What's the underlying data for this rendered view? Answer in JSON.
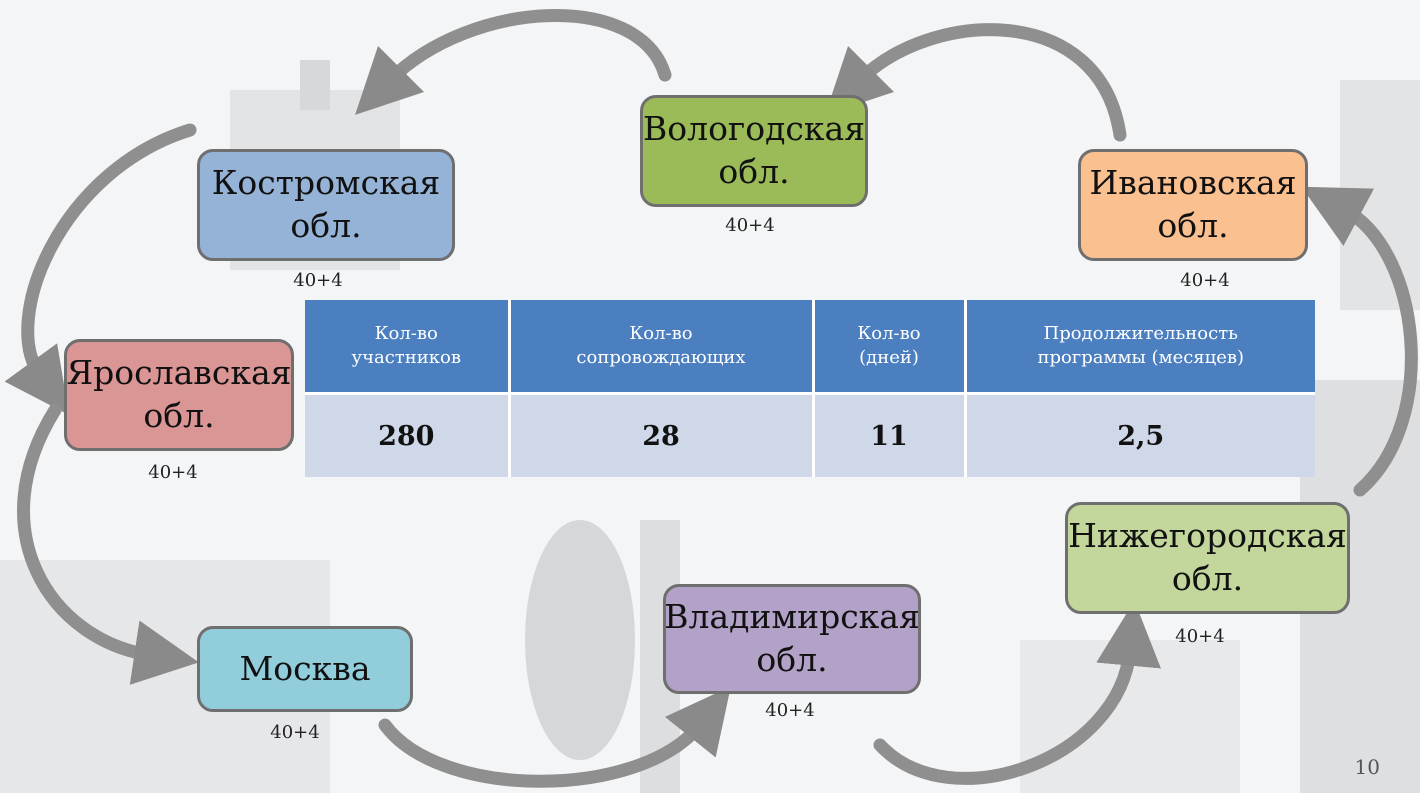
{
  "regions": {
    "kostroma": {
      "line1": "Костромская",
      "line2": "обл.",
      "count": "40+4",
      "color": "#95b3d7"
    },
    "vologda": {
      "line1": "Вологодская",
      "line2": "обл.",
      "count": "40+4",
      "color": "#9bbb59"
    },
    "ivanovo": {
      "line1": "Ивановская",
      "line2": "обл.",
      "count": "40+4",
      "color": "#fac090"
    },
    "yaroslavl": {
      "line1": "Ярославская",
      "line2": "обл.",
      "count": "40+4",
      "color": "#d99694"
    },
    "moscow": {
      "line1": "Москва",
      "line2": "",
      "count": "40+4",
      "color": "#92cddc"
    },
    "vladimir": {
      "line1": "Владимирская",
      "line2": "обл.",
      "count": "40+4",
      "color": "#b3a2c7"
    },
    "nizhny": {
      "line1": "Нижегородская",
      "line2": "обл.",
      "count": "40+4",
      "color": "#c3d69b"
    }
  },
  "table": {
    "headers": [
      {
        "line1": "Кол-во",
        "line2": "участников"
      },
      {
        "line1": "Кол-во",
        "line2": "сопровождающих"
      },
      {
        "line1": "Кол-во",
        "line2": "(дней)"
      },
      {
        "line1": "Продолжительность",
        "line2": "программы (месяцев)"
      }
    ],
    "values": [
      "280",
      "28",
      "11",
      "2,5"
    ]
  },
  "page_number": "10"
}
